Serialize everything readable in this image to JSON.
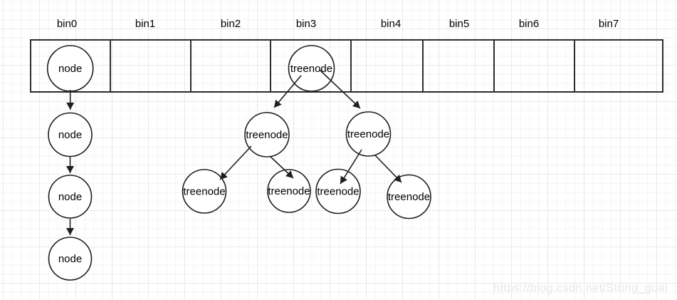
{
  "bins": {
    "labels": [
      "bin0",
      "bin1",
      "bin2",
      "bin3",
      "bin4",
      "bin5",
      "bin6",
      "bin7"
    ]
  },
  "linked_list": {
    "nodes": [
      "node",
      "node",
      "node",
      "node"
    ]
  },
  "tree": {
    "root": "treenode",
    "left": "treenode",
    "right": "treenode",
    "left_left": "treenode",
    "left_right": "treenode",
    "right_left": "treenode",
    "right_right": "treenode"
  },
  "watermark": {
    "text": "https://blog.csdn.net/String_guai"
  },
  "colors": {
    "stroke": "#1f1f1f",
    "array_stroke": "#2d2d2d",
    "node_fill": "#ffffff",
    "grid_minor": "#f4f4f4",
    "grid_major": "#e9e9e9",
    "watermark_text": "#e7e7e7"
  }
}
